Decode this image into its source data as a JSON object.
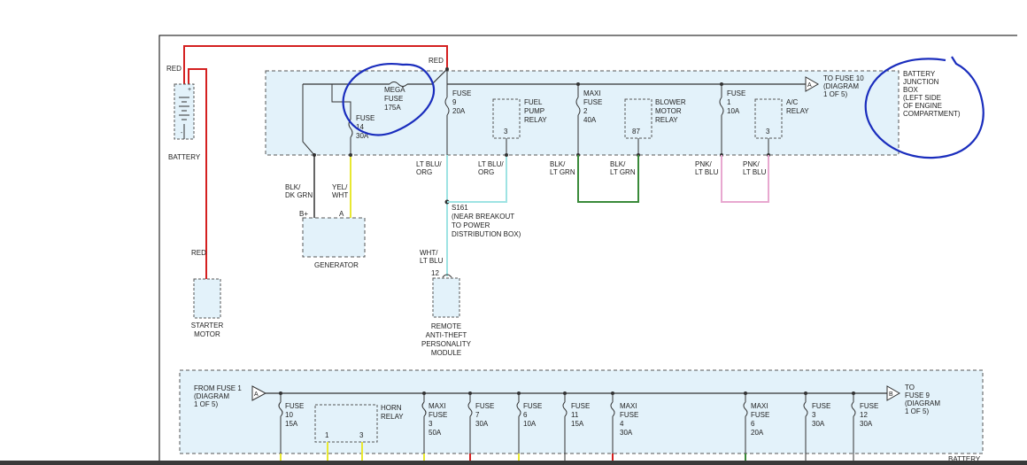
{
  "top_section": {
    "labels": {
      "red_left": "RED",
      "red_top": "RED",
      "red_starter": "RED",
      "battery": "BATTERY",
      "mega_fuse": [
        "MEGA",
        "FUSE",
        "175A"
      ],
      "fuse14": [
        "FUSE",
        "14",
        "30A"
      ],
      "fuse9": [
        "FUSE",
        "9",
        "20A"
      ],
      "fuel_pump_relay": [
        "FUEL",
        "PUMP",
        "RELAY"
      ],
      "fuel_pump_pin": "3",
      "maxi_fuse2": [
        "MAXI",
        "FUSE",
        "2",
        "40A"
      ],
      "blower_relay": [
        "BLOWER",
        "MOTOR",
        "RELAY"
      ],
      "blower_pin": "87",
      "fuse1": [
        "FUSE",
        "1",
        "10A"
      ],
      "ac_relay": [
        "A/C",
        "RELAY"
      ],
      "ac_pin": "3",
      "connector_a": "A",
      "to_fuse10": [
        "TO FUSE 10",
        "(DIAGRAM",
        "1 OF 5)"
      ],
      "bjb": [
        "BATTERY",
        "JUNCTION",
        "BOX",
        "(LEFT SIDE",
        "OF ENGINE",
        "COMPARTMENT)"
      ],
      "wire_blk_dkgrn": [
        "BLK/",
        "DK GRN"
      ],
      "wire_yel_wht": [
        "YEL/",
        "WHT"
      ],
      "gen_bplus": "B+",
      "gen_a": "A",
      "generator": "GENERATOR",
      "wire_ltblu_org1": [
        "LT BLU/",
        "ORG"
      ],
      "wire_ltblu_org2": [
        "LT BLU/",
        "ORG"
      ],
      "wire_blk_ltgrn1": [
        "BLK/",
        "LT GRN"
      ],
      "wire_blk_ltgrn2": [
        "BLK/",
        "LT GRN"
      ],
      "wire_pnk_ltblu1": [
        "PNK/",
        "LT BLU"
      ],
      "wire_pnk_ltblu2": [
        "PNK/",
        "LT BLU"
      ],
      "s161": [
        "S161",
        "(NEAR BREAKOUT",
        "TO POWER",
        "DISTRIBUTION BOX)"
      ],
      "wire_wht_ltblu": [
        "WHT/",
        "LT BLU"
      ],
      "pin12": "12",
      "rap_module": [
        "REMOTE",
        "ANTI-THEFT",
        "PERSONALITY",
        "MODULE"
      ],
      "starter": [
        "STARTER",
        "MOTOR"
      ]
    }
  },
  "bottom_section": {
    "labels": {
      "from_fuse1": [
        "FROM FUSE 1",
        "(DIAGRAM",
        "1 OF 5)"
      ],
      "connector_a": "A",
      "fuse10": [
        "FUSE",
        "10",
        "15A"
      ],
      "horn_relay": [
        "HORN",
        "RELAY"
      ],
      "horn_pin1": "1",
      "horn_pin3": "3",
      "maxi3": [
        "MAXI",
        "FUSE",
        "3",
        "50A"
      ],
      "fuse7": [
        "FUSE",
        "7",
        "30A"
      ],
      "fuse6": [
        "FUSE",
        "6",
        "10A"
      ],
      "fuse11": [
        "FUSE",
        "11",
        "15A"
      ],
      "maxi4": [
        "MAXI",
        "FUSE",
        "4",
        "30A"
      ],
      "maxi6": [
        "MAXI",
        "FUSE",
        "6",
        "20A"
      ],
      "fuse3": [
        "FUSE",
        "3",
        "30A"
      ],
      "fuse12": [
        "FUSE",
        "12",
        "30A"
      ],
      "connector_b": "B",
      "to_fuse9": [
        "TO",
        "FUSE 9",
        "(DIAGRAM",
        "1 OF 5)"
      ],
      "battery_cut": "BATTERY"
    }
  },
  "colors": {
    "red_wire": "#d42020",
    "yellow_wire": "#e8e832",
    "ltblue_wire": "#9ee3e3",
    "green_wire": "#3a8a3a",
    "pink_wire": "#e8a8d0",
    "box_fill": "#e3f2fa",
    "annotation_blue": "#1a2dbd"
  }
}
